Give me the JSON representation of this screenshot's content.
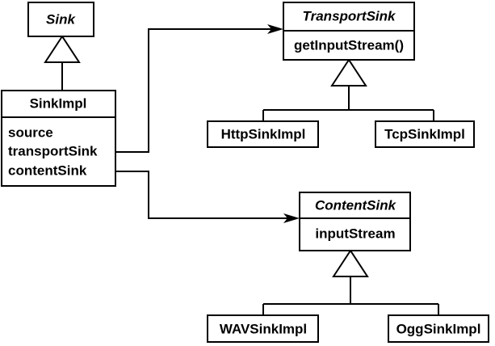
{
  "diagram": {
    "title": "Sink class hierarchy UML diagram",
    "type": "uml-class-diagram",
    "stroke_color": "#000000",
    "fill_color": "#ffffff",
    "classes": {
      "sink": {
        "name": "Sink",
        "abstract": true,
        "members": []
      },
      "sink_impl": {
        "name": "SinkImpl",
        "abstract": false,
        "members": [
          "source",
          "transportSink",
          "contentSink"
        ]
      },
      "transport_sink": {
        "name": "TransportSink",
        "abstract": true,
        "members": [
          "getInputStream()"
        ]
      },
      "http_sink_impl": {
        "name": "HttpSinkImpl",
        "abstract": false,
        "members": []
      },
      "tcp_sink_impl": {
        "name": "TcpSinkImpl",
        "abstract": false,
        "members": []
      },
      "content_sink": {
        "name": "ContentSink",
        "abstract": true,
        "members": [
          "inputStream"
        ]
      },
      "wav_sink_impl": {
        "name": "WAVSinkImpl",
        "abstract": false,
        "members": []
      },
      "ogg_sink_impl": {
        "name": "OggSinkImpl",
        "abstract": false,
        "members": []
      }
    },
    "relationships": [
      {
        "kind": "generalization",
        "from": "SinkImpl",
        "to": "Sink"
      },
      {
        "kind": "generalization",
        "from": "HttpSinkImpl",
        "to": "TransportSink"
      },
      {
        "kind": "generalization",
        "from": "TcpSinkImpl",
        "to": "TransportSink"
      },
      {
        "kind": "generalization",
        "from": "WAVSinkImpl",
        "to": "ContentSink"
      },
      {
        "kind": "generalization",
        "from": "OggSinkImpl",
        "to": "ContentSink"
      },
      {
        "kind": "association",
        "from": "SinkImpl.transportSink",
        "to": "TransportSink"
      },
      {
        "kind": "association",
        "from": "SinkImpl.contentSink",
        "to": "ContentSink"
      }
    ]
  }
}
